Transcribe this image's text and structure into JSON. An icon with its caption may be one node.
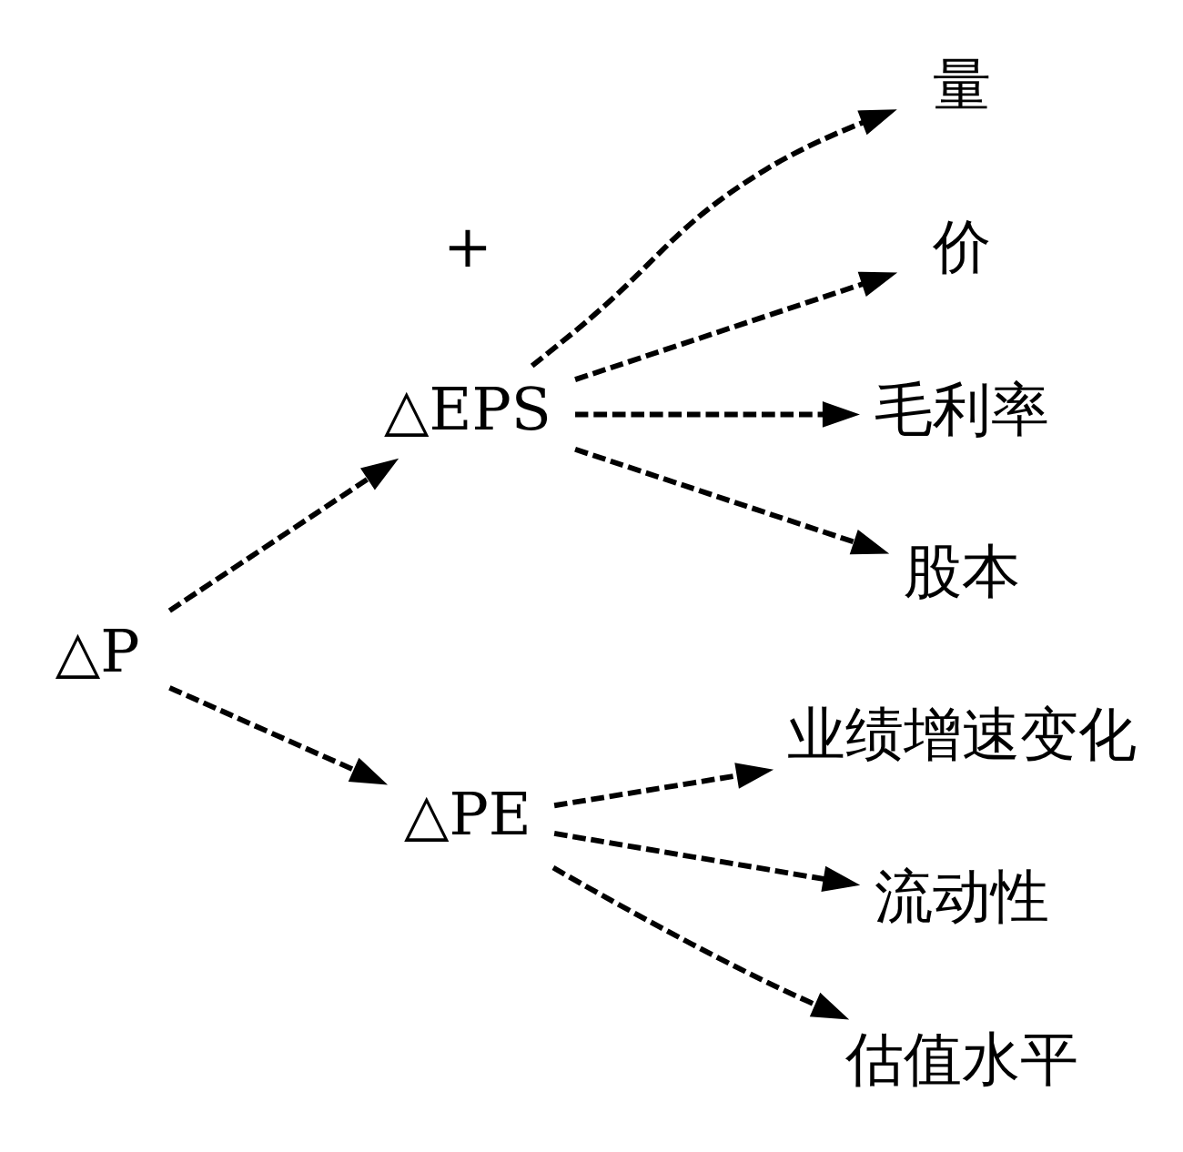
{
  "diagram": {
    "nodes": [
      {
        "text": [
          "△P"
        ]
      },
      {
        "text": [
          "△EPS"
        ]
      },
      {
        "text": [
          "量"
        ]
      },
      {
        "text": [
          "价"
        ]
      },
      {
        "text": [
          "毛利率"
        ]
      },
      {
        "text": [
          "股本"
        ]
      },
      {
        "text": [
          "△PE"
        ]
      },
      {
        "text": [
          "业绩增速变化"
        ]
      },
      {
        "text": [
          "流动性"
        ]
      },
      {
        "text": [
          "估值水平"
        ]
      }
    ],
    "edges": [
      {
        "from": 0,
        "to": 1,
        "arrow": "to",
        "style": "dashed"
      },
      {
        "from": 0,
        "to": 6,
        "arrow": "to",
        "style": "dashed"
      },
      {
        "from": 1,
        "to": 2,
        "arrow": "to",
        "style": "dashed"
      },
      {
        "from": 1,
        "to": 3,
        "arrow": "to",
        "style": "dashed"
      },
      {
        "from": 1,
        "to": 4,
        "arrow": "to",
        "style": "dashed"
      },
      {
        "from": 1,
        "to": 5,
        "arrow": "to",
        "style": "dashed"
      },
      {
        "from": 6,
        "to": 7,
        "arrow": "to",
        "style": "dashed"
      },
      {
        "from": 6,
        "to": 8,
        "arrow": "to",
        "style": "dashed"
      },
      {
        "from": 6,
        "to": 9,
        "arrow": "to",
        "style": "dashed"
      }
    ],
    "labels": [
      "+"
    ]
  }
}
